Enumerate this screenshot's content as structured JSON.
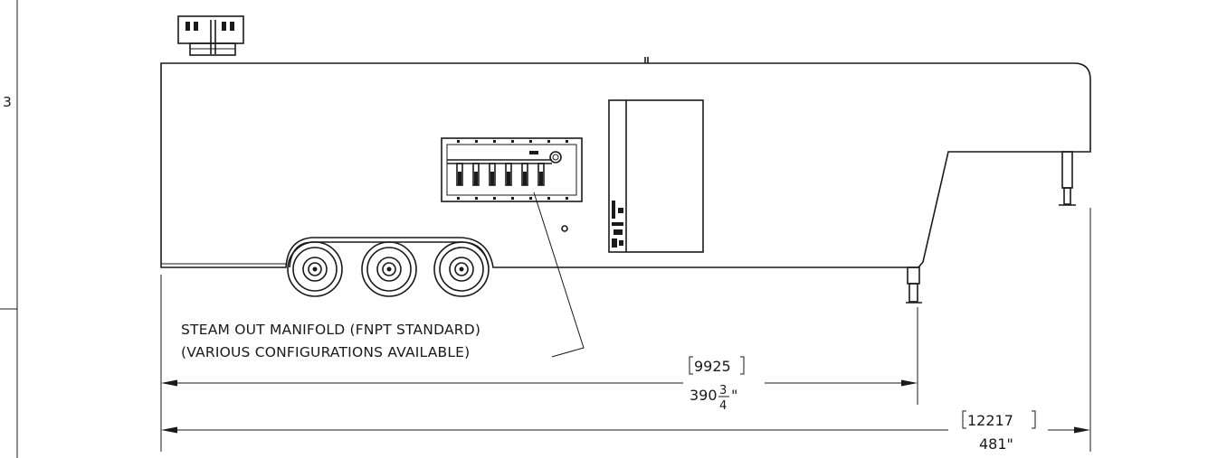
{
  "border": {
    "fragment_text": "3"
  },
  "callout": {
    "line1": "STEAM OUT MANIFOLD (FNPT STANDARD)",
    "line2": "(VARIOUS CONFIGURATIONS AVAILABLE)"
  },
  "dimensions": {
    "axle_to_front": {
      "metric": "9925",
      "inch_whole": "390",
      "inch_num": "3",
      "inch_den": "4",
      "inch_unit": "\""
    },
    "overall_length": {
      "metric": "12217",
      "imperial": "481\""
    }
  }
}
